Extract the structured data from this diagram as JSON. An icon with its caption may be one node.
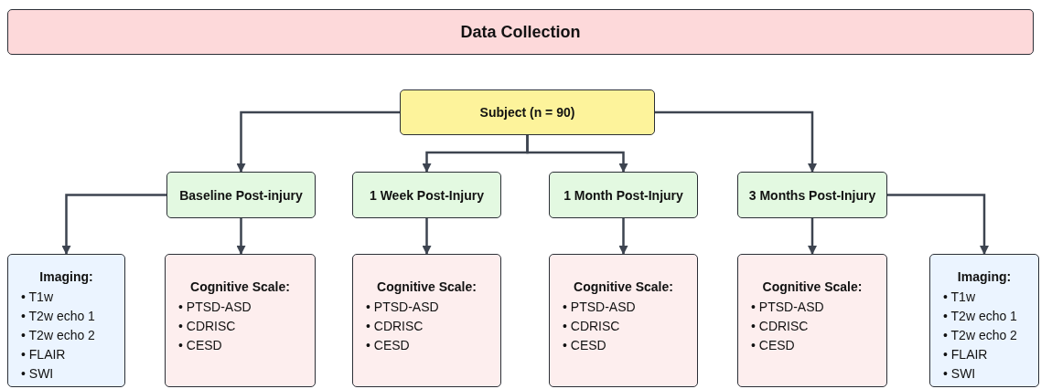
{
  "diagram": {
    "nodes": [
      {
        "text": [
          "Data Collection"
        ]
      },
      {
        "text": [
          "Subject (n = 90)"
        ]
      },
      {
        "text": [
          "Baseline Post-injury"
        ]
      },
      {
        "text": [
          "1 Week Post-Injury"
        ]
      },
      {
        "text": [
          "1 Month Post-Injury"
        ]
      },
      {
        "text": [
          "3 Months Post-Injury"
        ]
      },
      {
        "text": [
          "Imaging:",
          "• T1w",
          "• T2w echo 1",
          "• T2w echo 2",
          "• FLAIR",
          "• SWI"
        ]
      },
      {
        "text": [
          "Cognitive Scale:",
          "• PTSD-ASD",
          "• CDRISC",
          "• CESD"
        ]
      },
      {
        "text": [
          "Cognitive Scale:",
          "• PTSD-ASD",
          "• CDRISC",
          "• CESD"
        ]
      },
      {
        "text": [
          "Cognitive Scale:",
          "• PTSD-ASD",
          "• CDRISC",
          "• CESD"
        ]
      },
      {
        "text": [
          "Cognitive Scale:",
          "• PTSD-ASD",
          "• CDRISC",
          "• CESD"
        ]
      },
      {
        "text": [
          "Imaging:",
          "• T1w",
          "• T2w echo 1",
          "• T2w echo 2",
          "• FLAIR",
          "• SWI"
        ]
      }
    ],
    "edges": [
      {
        "from": 1,
        "to": 2,
        "arrow": "to"
      },
      {
        "from": 1,
        "to": 3,
        "arrow": "to"
      },
      {
        "from": 1,
        "to": 4,
        "arrow": "to"
      },
      {
        "from": 1,
        "to": 5,
        "arrow": "to"
      },
      {
        "from": 2,
        "to": 6,
        "arrow": "to"
      },
      {
        "from": 2,
        "to": 7,
        "arrow": "to"
      },
      {
        "from": 3,
        "to": 8,
        "arrow": "to"
      },
      {
        "from": 4,
        "to": 9,
        "arrow": "to"
      },
      {
        "from": 5,
        "to": 10,
        "arrow": "to"
      },
      {
        "from": 5,
        "to": 11,
        "arrow": "to"
      }
    ]
  }
}
